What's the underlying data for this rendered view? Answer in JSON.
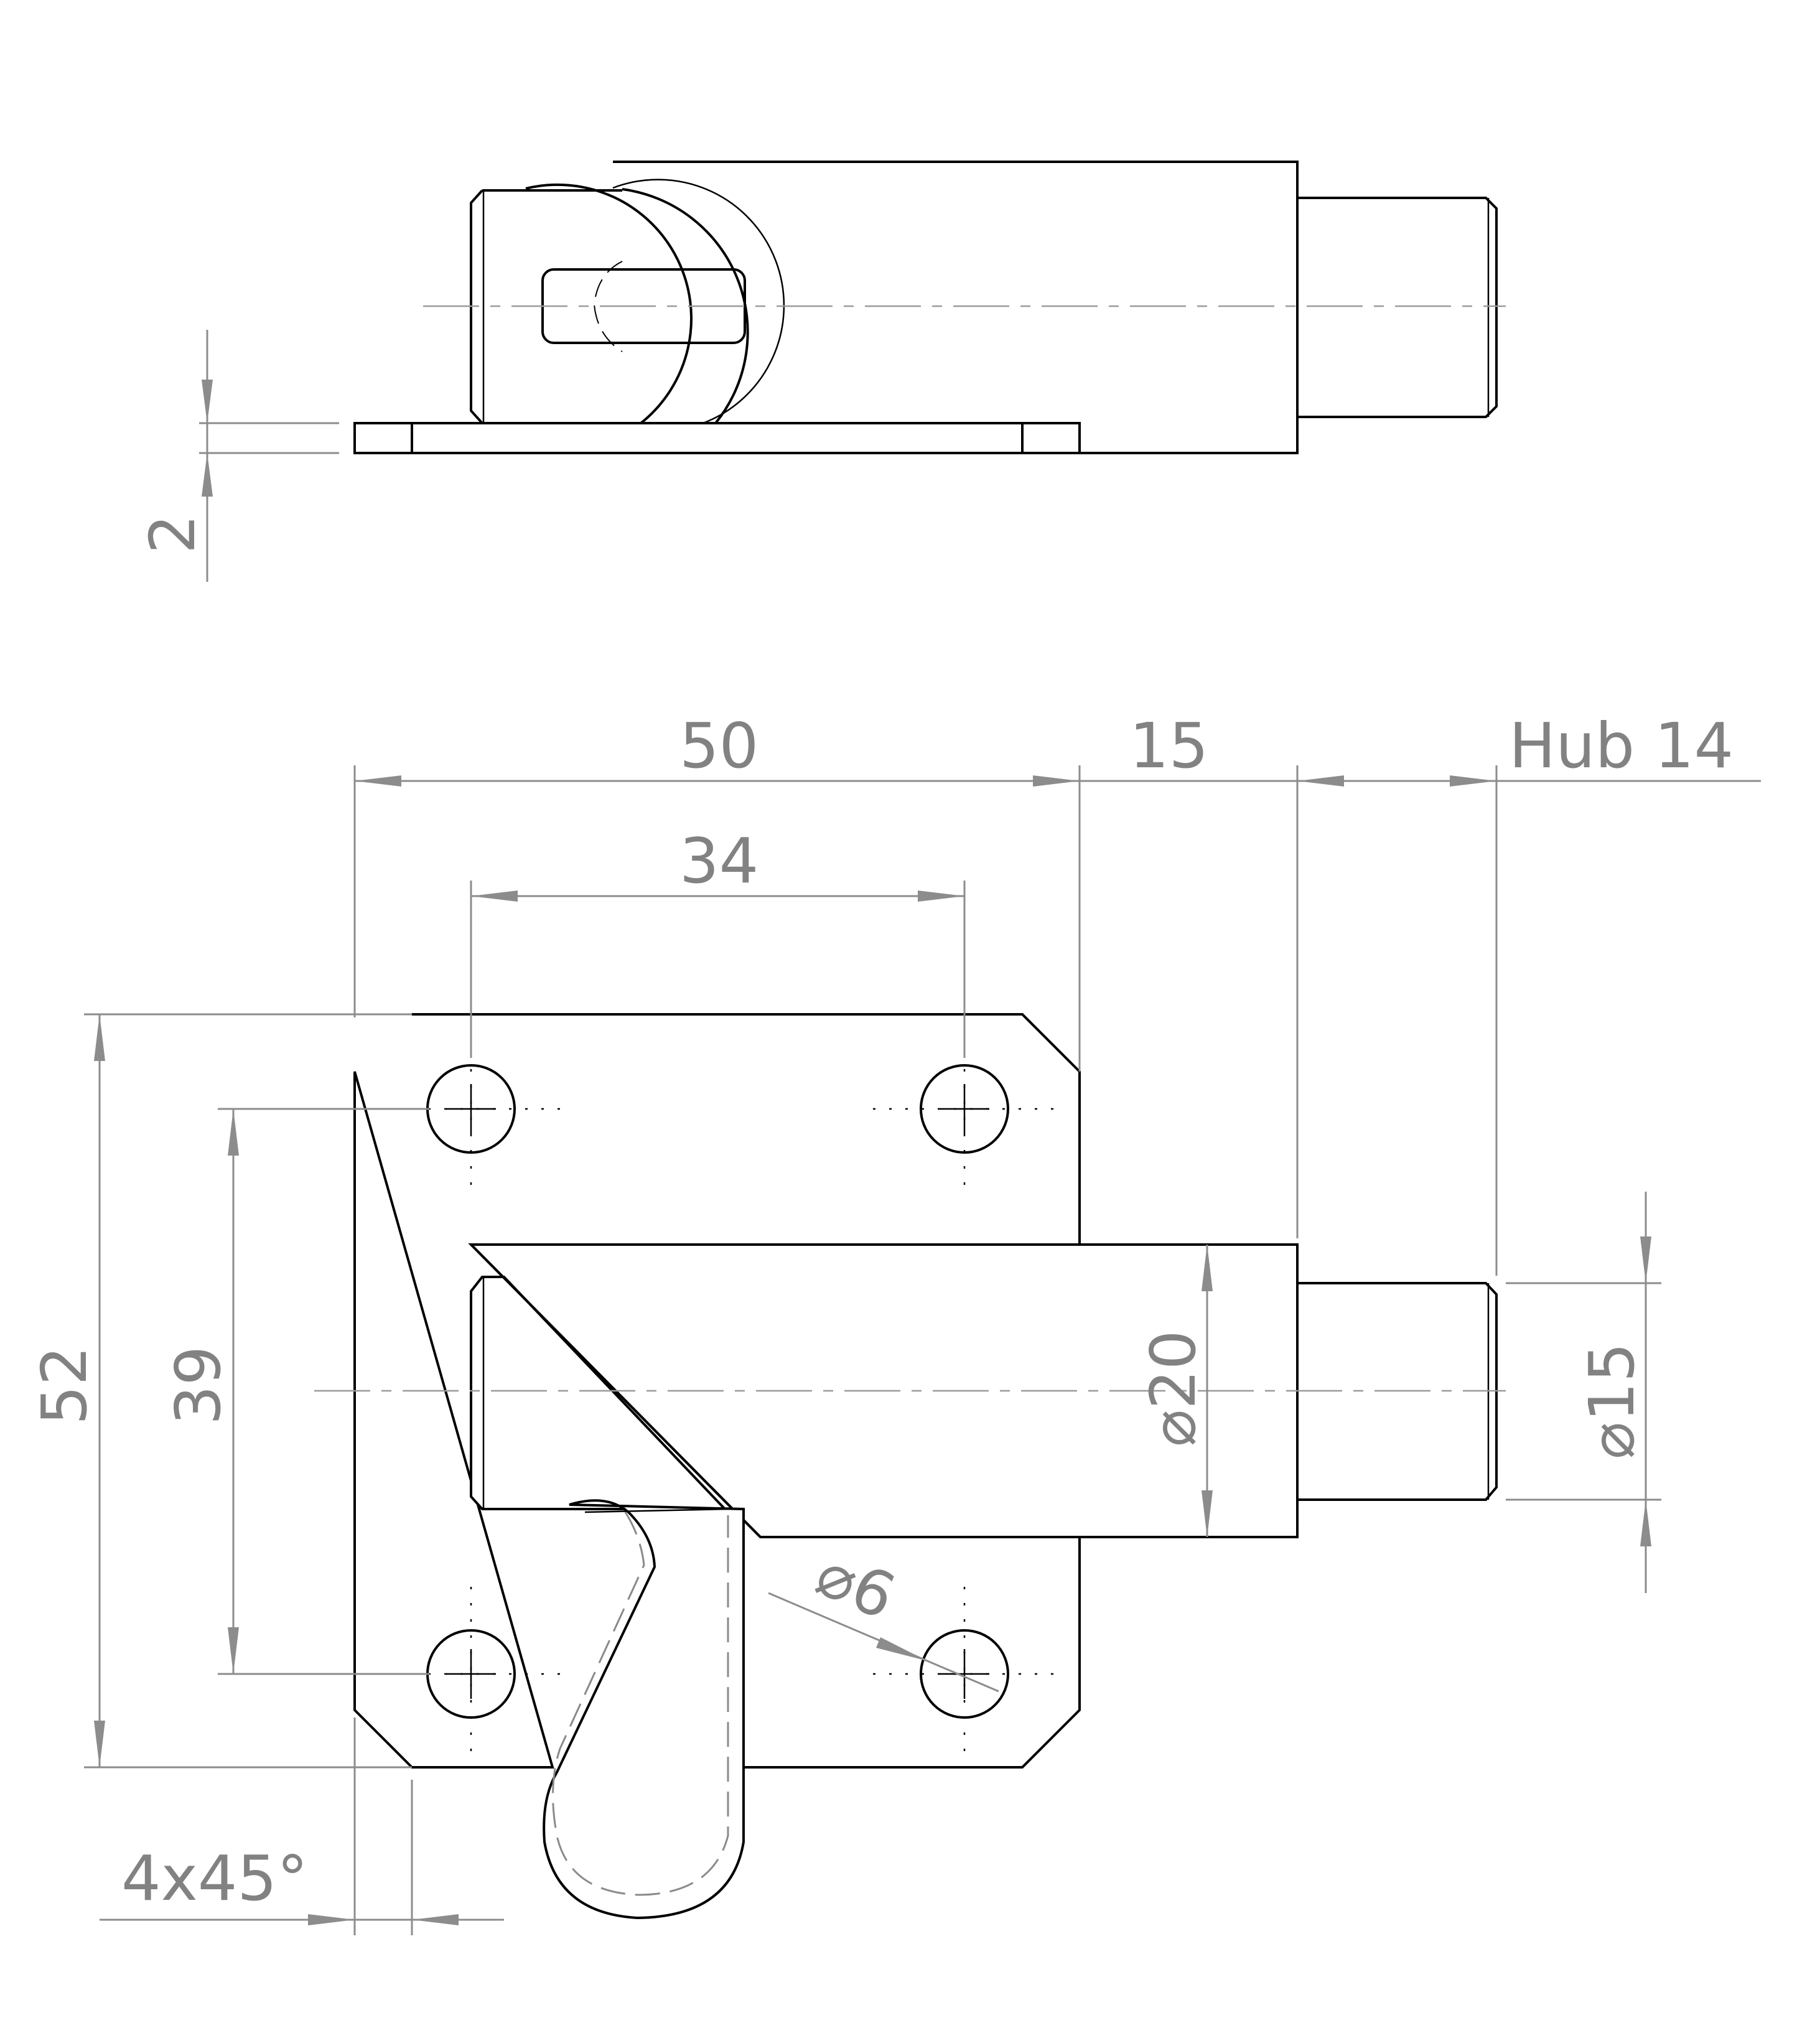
{
  "drawing": {
    "dimensions": {
      "plate_thickness": "2",
      "plate_width": "50",
      "hole_spacing_horizontal": "34",
      "body_protrusion": "15",
      "stroke": "Hub 14",
      "plate_height": "52",
      "hole_spacing_vertical": "39",
      "body_diameter": "⌀20",
      "bolt_diameter": "⌀15",
      "hole_diameter": "⌀6",
      "chamfer": "4x45°"
    },
    "colors": {
      "outline": "#000000",
      "dimension": "#8c8c8c",
      "centerline": "#9a9a9a"
    }
  }
}
